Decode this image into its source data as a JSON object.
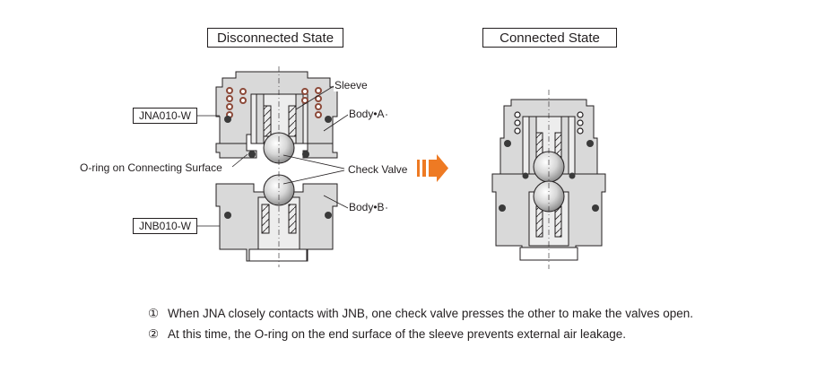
{
  "titles": {
    "disconnected": "Disconnected State",
    "connected": "Connected State"
  },
  "models": {
    "plug_a": "JNA010-W",
    "plug_b": "JNB010-W"
  },
  "labels": {
    "sleeve": "Sleeve",
    "body_a": "Body•A",
    "body_b": "Body•B",
    "oring": "O-ring on Connecting Surface",
    "check_valve": "Check Valve"
  },
  "notes": [
    {
      "num": "①",
      "text": "When JNA closely contacts with JNB, one check valve presses the other to make the valves open."
    },
    {
      "num": "②",
      "text": "At this time, the O-ring on the end surface of the sleeve prevents external air leakage."
    }
  ],
  "colors": {
    "body_fill": "#d9d9d9",
    "inner_fill": "#ededed",
    "outline": "#231f20",
    "spring": "#8c4a3a",
    "arrow": "#ee7a23"
  },
  "icons": {
    "arrow": "orange-right-arrow-icon",
    "circled_numbers": "circled-digit-glyph"
  }
}
